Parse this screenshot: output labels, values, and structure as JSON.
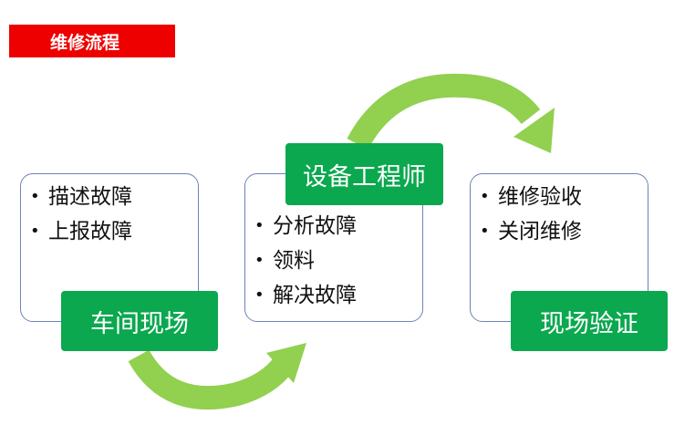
{
  "title": "维修流程",
  "colors": {
    "title_bg": "#ee0000",
    "label_bg": "#0ba84f",
    "arrow": "#92d050",
    "card_border": "#6d83b5"
  },
  "steps": [
    {
      "label": "车间现场",
      "items": [
        "描述故障",
        "上报故障"
      ]
    },
    {
      "label": "设备工程师",
      "items": [
        "分析故障",
        "领料",
        "解决故障"
      ]
    },
    {
      "label": "现场验证",
      "items": [
        "维修验收",
        "关闭维修"
      ]
    }
  ]
}
